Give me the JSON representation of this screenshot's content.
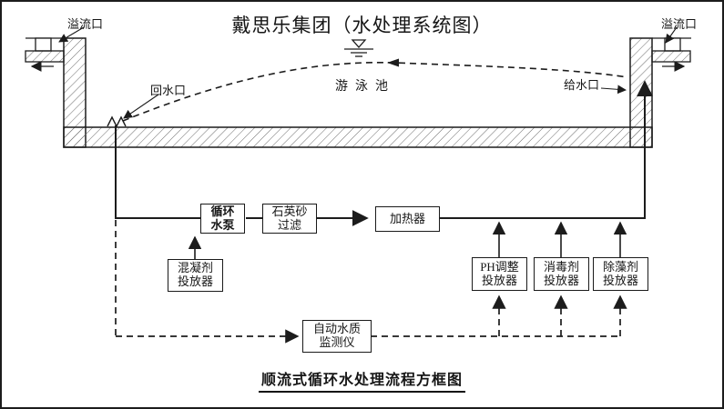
{
  "title": "戴思乐集团（水处理系统图）",
  "caption": "顺流式循环水处理流程方框图",
  "pool": {
    "name": "游泳池",
    "overflow_left": "溢流口",
    "overflow_right": "溢流口",
    "return_port": "回水口",
    "supply_port": "给水口"
  },
  "boxes": {
    "pump": {
      "line1": "循环",
      "line2": "水泵"
    },
    "filter": {
      "line1": "石英砂",
      "line2": "过滤"
    },
    "heater": {
      "line1": "加热器"
    },
    "coagulant": {
      "line1": "混凝剂",
      "line2": "投放器"
    },
    "ph": {
      "line1": "PH调整",
      "line2": "投放器"
    },
    "disinfectant": {
      "line1": "消毒剂",
      "line2": "投放器"
    },
    "algaecide": {
      "line1": "除藻剂",
      "line2": "投放器"
    },
    "monitor": {
      "line1": "自动水质",
      "line2": "监测仪"
    }
  },
  "colors": {
    "line": "#1c1c1c",
    "hatch": "#6b6b6b",
    "background": "#ffffff"
  }
}
